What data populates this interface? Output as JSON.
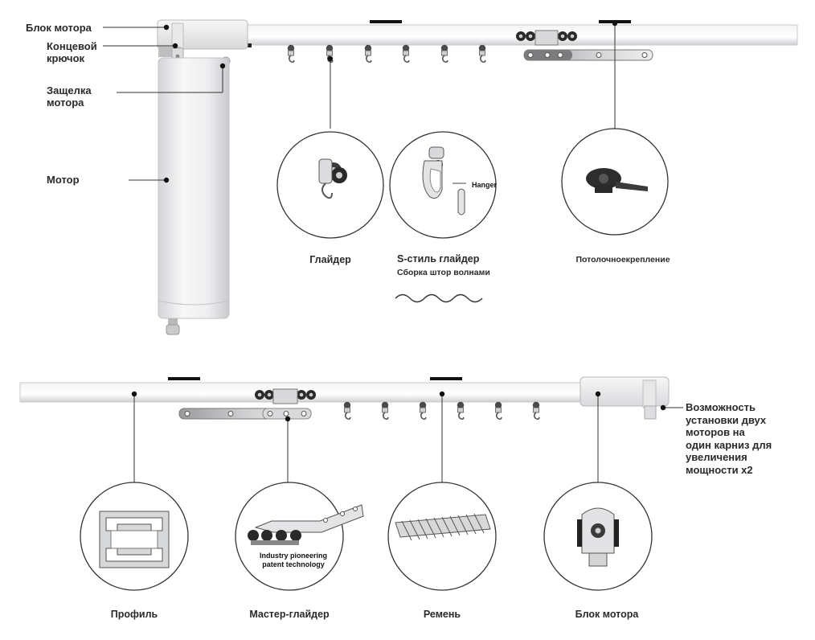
{
  "top_labels": {
    "motor_block": "Блок мотора",
    "end_hook": "Концевой крючок",
    "motor_latch": "Защелка мотора",
    "motor": "Мотор"
  },
  "top_captions": {
    "glider": "Глайдер",
    "s_glider": "S-стиль глайдер",
    "wave_assembly": "Сборка штор волнами",
    "hanger": "Hanger",
    "ceiling_mount": "Потолочноекрепление"
  },
  "bottom_captions": {
    "profile": "Профиль",
    "master_glider": "Мастер-глайдер",
    "belt": "Ремень",
    "motor_block": "Блок мотора",
    "patent_line1": "Industry pioneering",
    "patent_line2": "patent technology"
  },
  "side_note": "Возможность установки двух моторов на один карниз для увеличения мощности x2"
}
